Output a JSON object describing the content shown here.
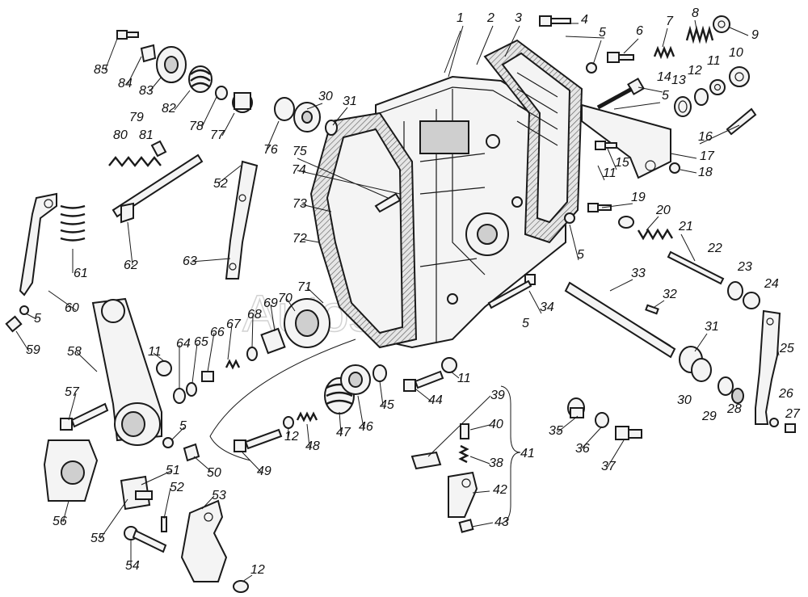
{
  "watermark": "Autosoft",
  "callouts": [
    {
      "id": "c1",
      "label": "1"
    },
    {
      "id": "c2",
      "label": "2"
    },
    {
      "id": "c3",
      "label": "3"
    },
    {
      "id": "c4",
      "label": "4"
    },
    {
      "id": "c5a",
      "label": "5"
    },
    {
      "id": "c6",
      "label": "6"
    },
    {
      "id": "c7",
      "label": "7"
    },
    {
      "id": "c8",
      "label": "8"
    },
    {
      "id": "c9",
      "label": "9"
    },
    {
      "id": "c10",
      "label": "10"
    },
    {
      "id": "c11a",
      "label": "11"
    },
    {
      "id": "c12a",
      "label": "12"
    },
    {
      "id": "c13",
      "label": "13"
    },
    {
      "id": "c14",
      "label": "14"
    },
    {
      "id": "c5b",
      "label": "5"
    },
    {
      "id": "c16",
      "label": "16"
    },
    {
      "id": "c15",
      "label": "15"
    },
    {
      "id": "c11b",
      "label": "11"
    },
    {
      "id": "c17",
      "label": "17"
    },
    {
      "id": "c18",
      "label": "18"
    },
    {
      "id": "c19",
      "label": "19"
    },
    {
      "id": "c20",
      "label": "20"
    },
    {
      "id": "c21",
      "label": "21"
    },
    {
      "id": "c5c",
      "label": "5"
    },
    {
      "id": "c22",
      "label": "22"
    },
    {
      "id": "c23",
      "label": "23"
    },
    {
      "id": "c24",
      "label": "24"
    },
    {
      "id": "c33",
      "label": "33"
    },
    {
      "id": "c32",
      "label": "32"
    },
    {
      "id": "c34",
      "label": "34"
    },
    {
      "id": "c5d",
      "label": "5"
    },
    {
      "id": "c31b",
      "label": "31"
    },
    {
      "id": "c25",
      "label": "25"
    },
    {
      "id": "c30b",
      "label": "30"
    },
    {
      "id": "c29",
      "label": "29"
    },
    {
      "id": "c28",
      "label": "28"
    },
    {
      "id": "c26",
      "label": "26"
    },
    {
      "id": "c27",
      "label": "27"
    },
    {
      "id": "c85",
      "label": "85"
    },
    {
      "id": "c84",
      "label": "84"
    },
    {
      "id": "c83",
      "label": "83"
    },
    {
      "id": "c82",
      "label": "82"
    },
    {
      "id": "c78",
      "label": "78"
    },
    {
      "id": "c77",
      "label": "77"
    },
    {
      "id": "c79",
      "label": "79"
    },
    {
      "id": "c80",
      "label": "80"
    },
    {
      "id": "c81",
      "label": "81"
    },
    {
      "id": "c76",
      "label": "76"
    },
    {
      "id": "c30a",
      "label": "30"
    },
    {
      "id": "c31a",
      "label": "31"
    },
    {
      "id": "c75",
      "label": "75"
    },
    {
      "id": "c74",
      "label": "74"
    },
    {
      "id": "c73",
      "label": "73"
    },
    {
      "id": "c72",
      "label": "72"
    },
    {
      "id": "c52a",
      "label": "52"
    },
    {
      "id": "c62",
      "label": "62"
    },
    {
      "id": "c63",
      "label": "63"
    },
    {
      "id": "c61",
      "label": "61"
    },
    {
      "id": "c60",
      "label": "60"
    },
    {
      "id": "c5e",
      "label": "5"
    },
    {
      "id": "c59",
      "label": "59"
    },
    {
      "id": "c71",
      "label": "71"
    },
    {
      "id": "c70",
      "label": "70"
    },
    {
      "id": "c69",
      "label": "69"
    },
    {
      "id": "c68",
      "label": "68"
    },
    {
      "id": "c67",
      "label": "67"
    },
    {
      "id": "c66",
      "label": "66"
    },
    {
      "id": "c65",
      "label": "65"
    },
    {
      "id": "c64",
      "label": "64"
    },
    {
      "id": "c11c",
      "label": "11"
    },
    {
      "id": "c58",
      "label": "58"
    },
    {
      "id": "c57",
      "label": "57"
    },
    {
      "id": "c5f",
      "label": "5"
    },
    {
      "id": "c56",
      "label": "56"
    },
    {
      "id": "c50",
      "label": "50"
    },
    {
      "id": "c49",
      "label": "49"
    },
    {
      "id": "c12b",
      "label": "12"
    },
    {
      "id": "c48",
      "label": "48"
    },
    {
      "id": "c47",
      "label": "47"
    },
    {
      "id": "c46",
      "label": "46"
    },
    {
      "id": "c45",
      "label": "45"
    },
    {
      "id": "c44",
      "label": "44"
    },
    {
      "id": "c11d",
      "label": "11"
    },
    {
      "id": "c39",
      "label": "39"
    },
    {
      "id": "c40",
      "label": "40"
    },
    {
      "id": "c41",
      "label": "41"
    },
    {
      "id": "c38",
      "label": "38"
    },
    {
      "id": "c42",
      "label": "42"
    },
    {
      "id": "c43",
      "label": "43"
    },
    {
      "id": "c35",
      "label": "35"
    },
    {
      "id": "c36",
      "label": "36"
    },
    {
      "id": "c37",
      "label": "37"
    },
    {
      "id": "c51",
      "label": "51"
    },
    {
      "id": "c52b",
      "label": "52"
    },
    {
      "id": "c53",
      "label": "53"
    },
    {
      "id": "c55",
      "label": "55"
    },
    {
      "id": "c54",
      "label": "54"
    },
    {
      "id": "c12c",
      "label": "12"
    }
  ]
}
